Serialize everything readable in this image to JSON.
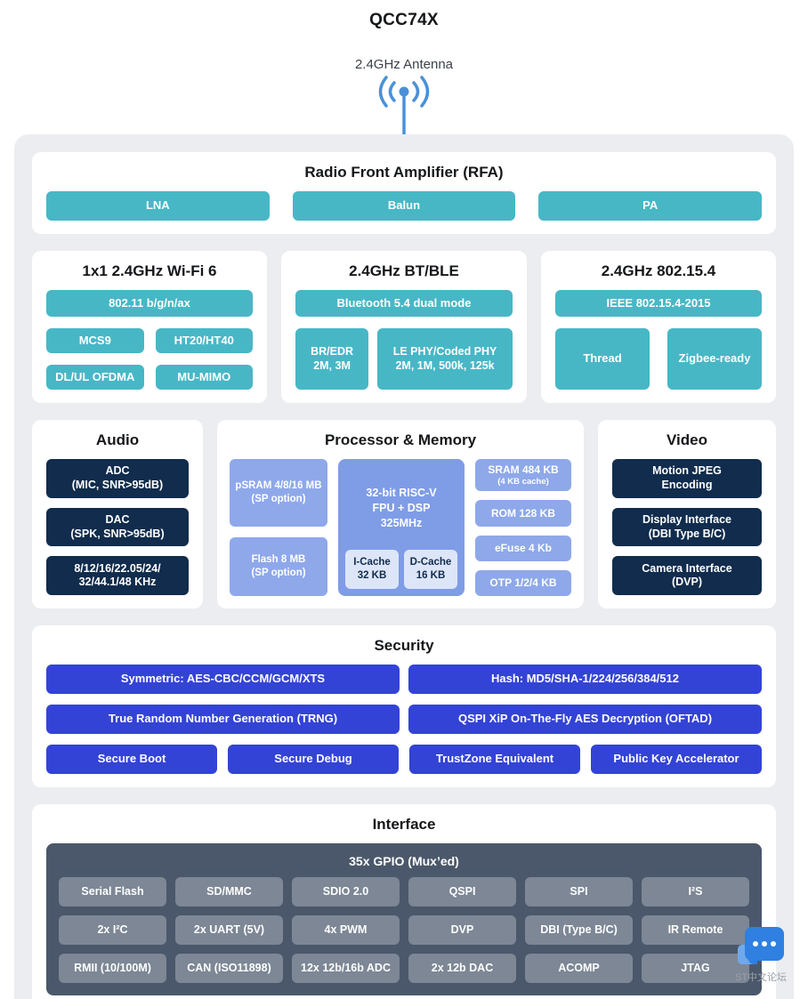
{
  "page": {
    "title": "QCC74X",
    "antenna_label": "2.4GHz Antenna"
  },
  "colors": {
    "teal": "#47b7c6",
    "navy": "#112c4c",
    "periwinkle": "#8ea8ea",
    "periwinkle_dark": "#7f9ce7",
    "cache_bg": "#dde5f8",
    "security_blue": "#3343d6",
    "slate_panel": "#4b586b",
    "interface_gray": "#7d8795",
    "container_bg": "#ebedf0",
    "antenna_blue": "#4a90d9"
  },
  "rfa": {
    "title": "Radio Front Amplifier (RFA)",
    "blocks": [
      "LNA",
      "Balun",
      "PA"
    ]
  },
  "wifi": {
    "title": "1x1 2.4GHz Wi-Fi 6",
    "primary": "802.11 b/g/n/ax",
    "blocks": [
      "MCS9",
      "HT20/HT40",
      "DL/UL OFDMA",
      "MU-MIMO"
    ]
  },
  "bt": {
    "title": "2.4GHz BT/BLE",
    "primary": "Bluetooth 5.4 dual mode",
    "blocks": [
      "BR/EDR\n2M, 3M",
      "LE PHY/Coded PHY\n2M, 1M, 500k, 125k"
    ]
  },
  "zigbee": {
    "title": "2.4GHz 802.15.4",
    "primary": "IEEE 802.15.4-2015",
    "blocks": [
      "Thread",
      "Zigbee-ready"
    ]
  },
  "audio": {
    "title": "Audio",
    "blocks": [
      "ADC\n(MIC, SNR>95dB)",
      "DAC\n(SPK, SNR>95dB)",
      "8/12/16/22.05/24/\n32/44.1/48 KHz"
    ]
  },
  "processor": {
    "title": "Processor & Memory",
    "psram": "pSRAM 4/8/16 MB\n(SP option)",
    "flash": "Flash 8 MB\n(SP option)",
    "cpu": "32-bit RISC-V\nFPU + DSP\n325MHz",
    "icache": "I-Cache\n32 KB",
    "dcache": "D-Cache\n16 KB",
    "memory": [
      {
        "label": "SRAM 484 KB",
        "sub": "(4 KB cache)"
      },
      {
        "label": "ROM 128 KB",
        "sub": ""
      },
      {
        "label": "eFuse 4 Kb",
        "sub": ""
      },
      {
        "label": "OTP 1/2/4 KB",
        "sub": ""
      }
    ]
  },
  "video": {
    "title": "Video",
    "blocks": [
      "Motion JPEG\nEncoding",
      "Display Interface\n(DBI Type B/C)",
      "Camera Interface\n(DVP)"
    ]
  },
  "security": {
    "title": "Security",
    "row1": [
      "Symmetric: AES-CBC/CCM/GCM/XTS",
      "Hash: MD5/SHA-1/224/256/384/512"
    ],
    "row2": [
      "True Random Number Generation (TRNG)",
      "QSPI XiP On-The-Fly AES Decryption (OFTAD)"
    ],
    "row3": [
      "Secure Boot",
      "Secure Debug",
      "TrustZone Equivalent",
      "Public Key Accelerator"
    ]
  },
  "interface": {
    "title": "Interface",
    "gpio_header": "35x GPIO (Mux’ed)",
    "blocks": [
      "Serial Flash",
      "SD/MMC",
      "SDIO 2.0",
      "QSPI",
      "SPI",
      "I²S",
      "2x I²C",
      "2x UART (5V)",
      "4x PWM",
      "DVP",
      "DBI (Type B/C)",
      "IR Remote",
      "RMII (10/100M)",
      "CAN (ISO11898)",
      "12x 12b/16b ADC",
      "2x 12b DAC",
      "ACOMP",
      "JTAG"
    ]
  },
  "watermark": {
    "label": "ST中文论坛"
  }
}
